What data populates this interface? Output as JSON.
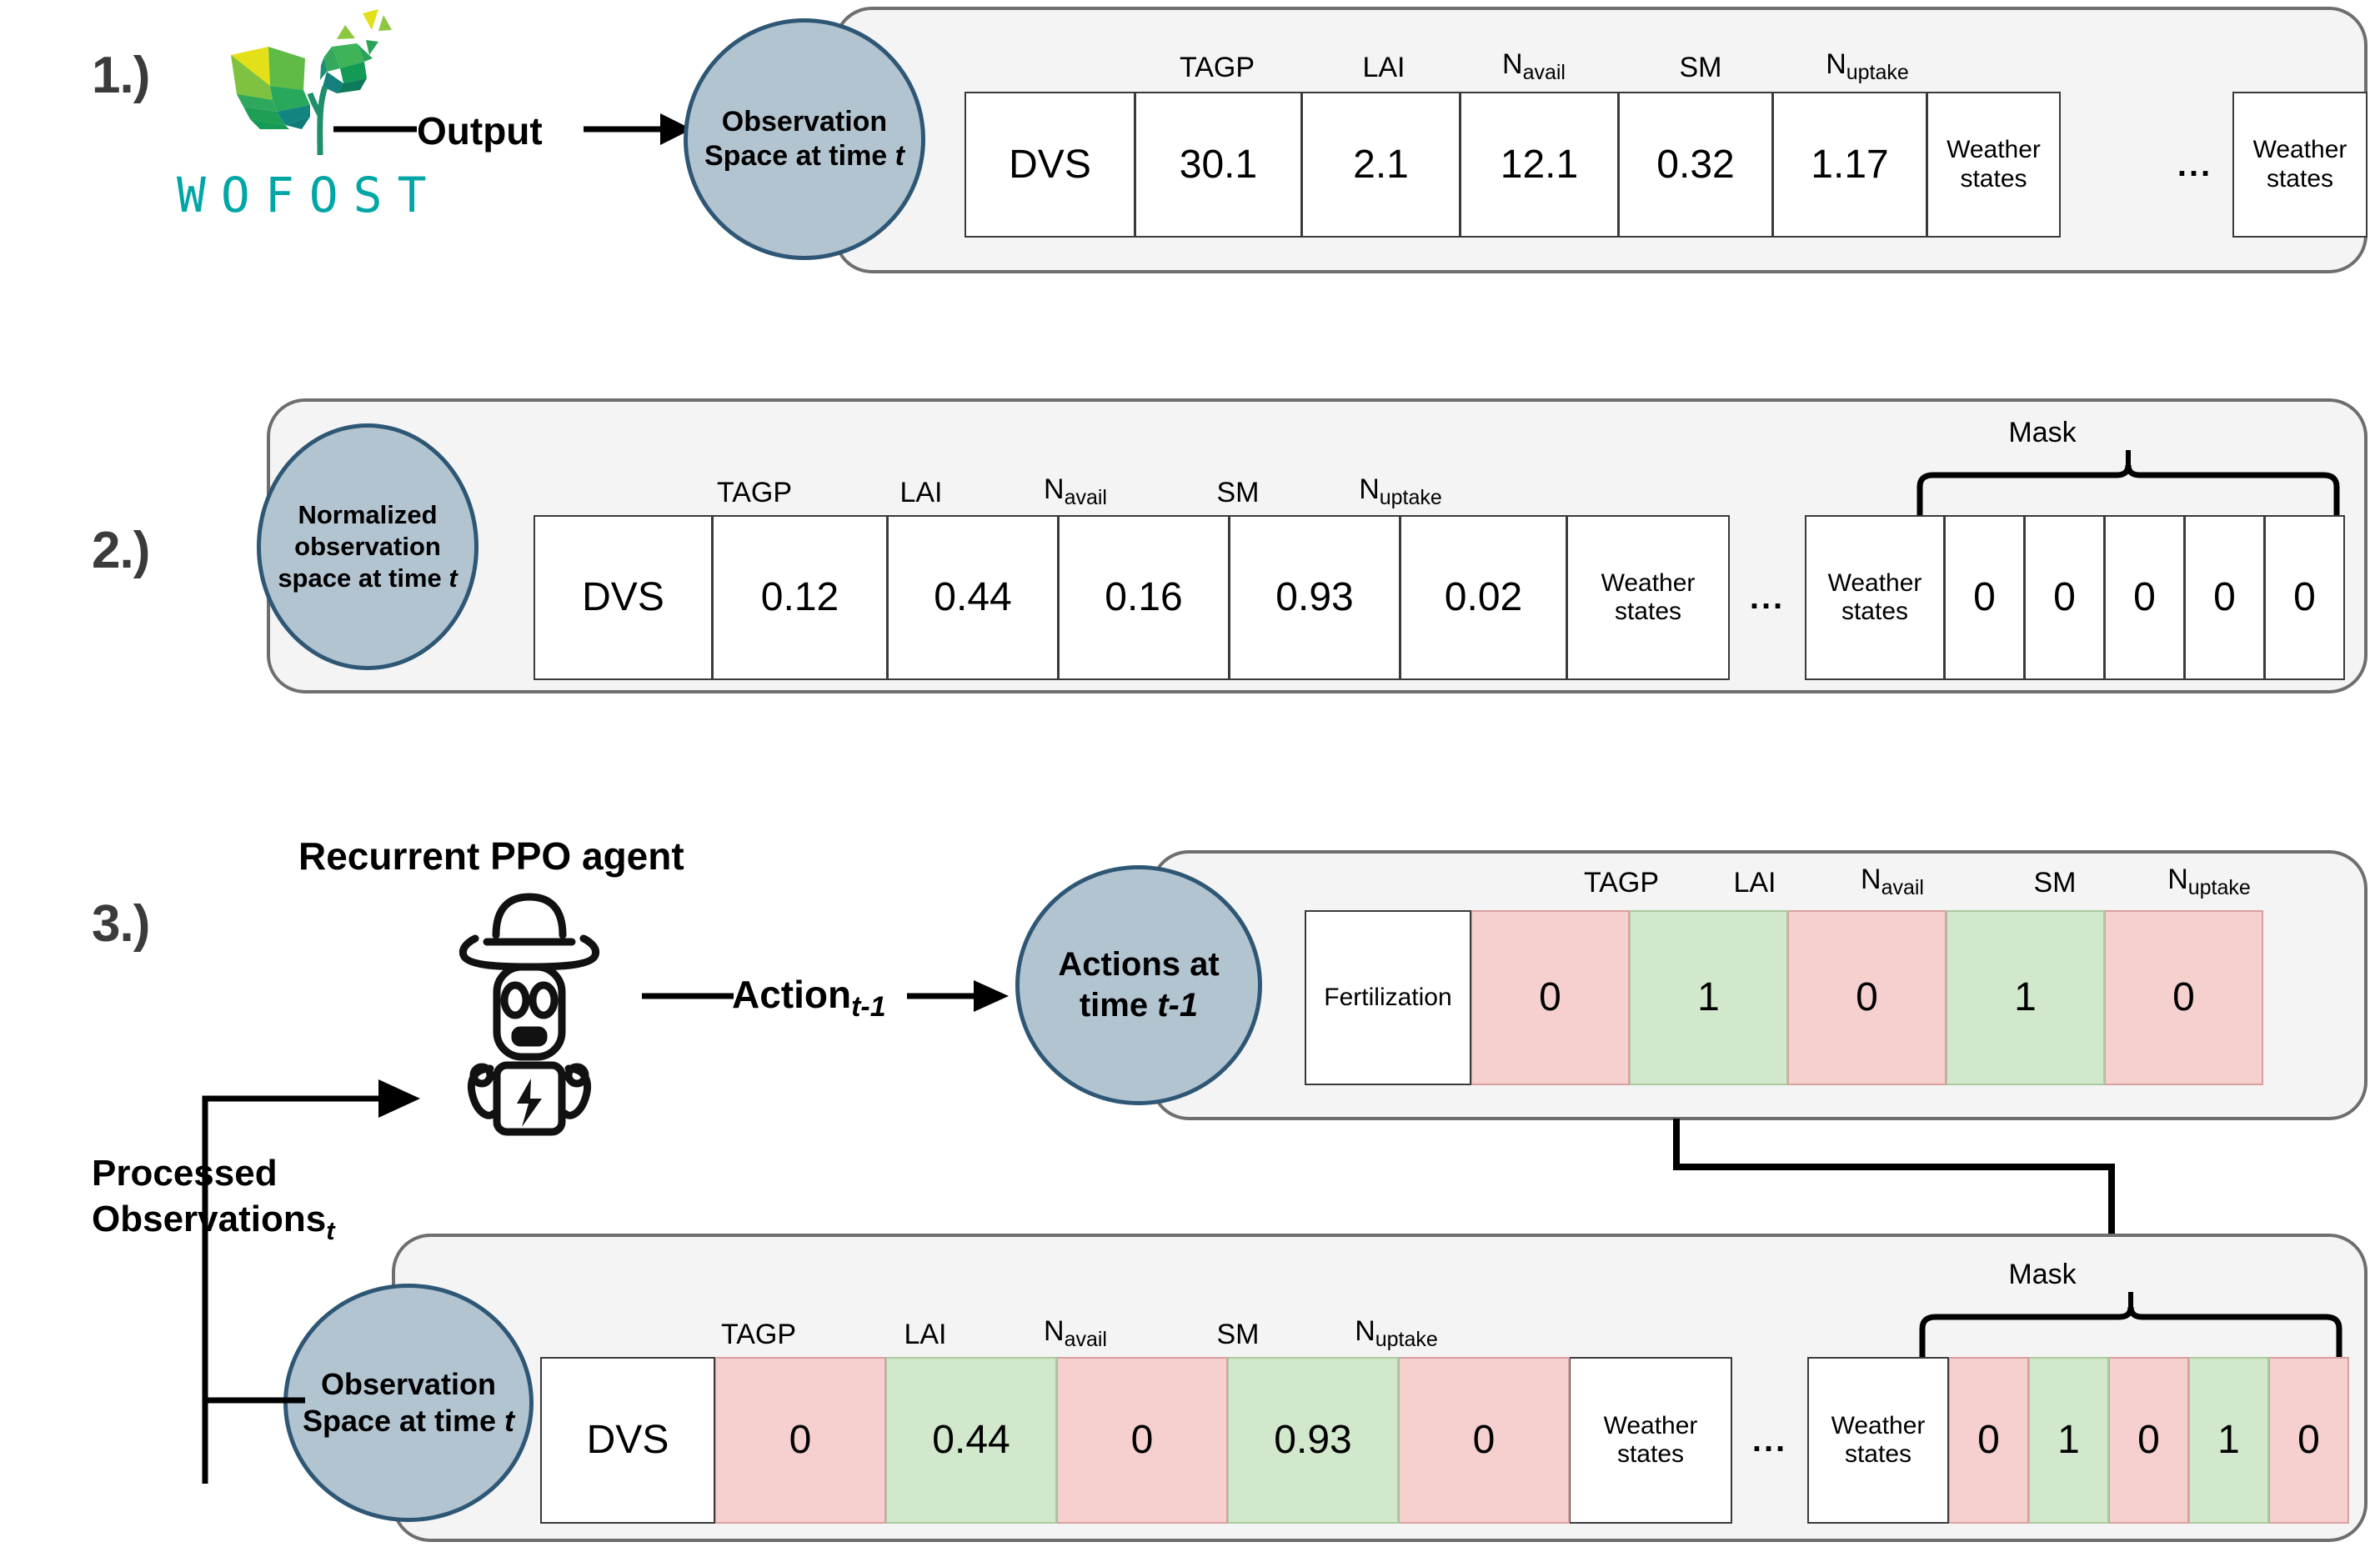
{
  "steps": {
    "one": "1.)",
    "two": "2.)",
    "three": "3.)"
  },
  "logo": {
    "wordmark": "WOFOST"
  },
  "arrows": {
    "output": "Output",
    "action": "Action",
    "action_sub": "t-1"
  },
  "labels": {
    "agent": "Recurrent PPO agent",
    "processed_obs": "Processed",
    "processed_obs_2": "Observations",
    "processed_obs_sub": "t",
    "mask": "Mask",
    "ellipsis": "..."
  },
  "nodes": {
    "obs_space_1": {
      "line1": "Observation",
      "line2": "Space at time ",
      "italic": "t"
    },
    "norm_obs": {
      "line1": "Normalized",
      "line2": "observation",
      "line3": "space at time ",
      "italic": "t"
    },
    "actions": {
      "line1": "Actions at",
      "line2": "time ",
      "italic": "t-1"
    },
    "obs_space_3": {
      "line1": "Observation",
      "line2": "Space at time ",
      "italic": "t"
    }
  },
  "columns": {
    "tagp": "TAGP",
    "lai": "LAI",
    "navail_base": "N",
    "navail_sub": "avail",
    "sm": "SM",
    "nuptake_base": "N",
    "nuptake_sub": "uptake"
  },
  "row1": {
    "cells": [
      {
        "text": "DVS",
        "fill": "white",
        "size": "big"
      },
      {
        "text": "30.1",
        "fill": "white",
        "size": "big"
      },
      {
        "text": "2.1",
        "fill": "white",
        "size": "big"
      },
      {
        "text": "12.1",
        "fill": "white",
        "size": "big"
      },
      {
        "text": "0.32",
        "fill": "white",
        "size": "big"
      },
      {
        "text": "1.17",
        "fill": "white",
        "size": "big"
      },
      {
        "text": "Weather states",
        "fill": "white",
        "size": "small"
      }
    ],
    "trailing": {
      "text": "Weather states",
      "fill": "white",
      "size": "small"
    }
  },
  "row2": {
    "cells": [
      {
        "text": "DVS",
        "fill": "white",
        "size": "big"
      },
      {
        "text": "0.12",
        "fill": "white",
        "size": "big"
      },
      {
        "text": "0.44",
        "fill": "white",
        "size": "big"
      },
      {
        "text": "0.16",
        "fill": "white",
        "size": "big"
      },
      {
        "text": "0.93",
        "fill": "white",
        "size": "big"
      },
      {
        "text": "0.02",
        "fill": "white",
        "size": "big"
      },
      {
        "text": "Weather states",
        "fill": "white",
        "size": "small"
      }
    ],
    "mask_group": [
      {
        "text": "Weather states",
        "fill": "white",
        "size": "small"
      },
      {
        "text": "0",
        "fill": "white",
        "size": "big"
      },
      {
        "text": "0",
        "fill": "white",
        "size": "big"
      },
      {
        "text": "0",
        "fill": "white",
        "size": "big"
      },
      {
        "text": "0",
        "fill": "white",
        "size": "big"
      },
      {
        "text": "0",
        "fill": "white",
        "size": "big"
      }
    ]
  },
  "row3_actions": {
    "cells": [
      {
        "text": "Fertilization",
        "fill": "white",
        "size": "small"
      },
      {
        "text": "0",
        "fill": "red",
        "size": "big"
      },
      {
        "text": "1",
        "fill": "green",
        "size": "big"
      },
      {
        "text": "0",
        "fill": "red",
        "size": "big"
      },
      {
        "text": "1",
        "fill": "green",
        "size": "big"
      },
      {
        "text": "0",
        "fill": "red",
        "size": "big"
      }
    ]
  },
  "row4": {
    "cells": [
      {
        "text": "DVS",
        "fill": "white",
        "size": "big"
      },
      {
        "text": "0",
        "fill": "red",
        "size": "big"
      },
      {
        "text": "0.44",
        "fill": "green",
        "size": "big"
      },
      {
        "text": "0",
        "fill": "red",
        "size": "big"
      },
      {
        "text": "0.93",
        "fill": "green",
        "size": "big"
      },
      {
        "text": "0",
        "fill": "red",
        "size": "big"
      },
      {
        "text": "Weather states",
        "fill": "white",
        "size": "small"
      }
    ],
    "mask_group": [
      {
        "text": "Weather states",
        "fill": "white",
        "size": "small"
      },
      {
        "text": "0",
        "fill": "red",
        "size": "big"
      },
      {
        "text": "1",
        "fill": "green",
        "size": "big"
      },
      {
        "text": "0",
        "fill": "red",
        "size": "big"
      },
      {
        "text": "1",
        "fill": "green",
        "size": "big"
      },
      {
        "text": "0",
        "fill": "red",
        "size": "big"
      }
    ]
  },
  "colors": {
    "panel_bg": "#f4f4f4",
    "panel_border": "#6e6e6e",
    "ellipse_fill": "#b3c4d1",
    "ellipse_stroke": "#2e5775",
    "mask_red": "#f6cfcf",
    "mask_green": "#d2e8cc",
    "wofost_teal": "#00a6a6"
  }
}
